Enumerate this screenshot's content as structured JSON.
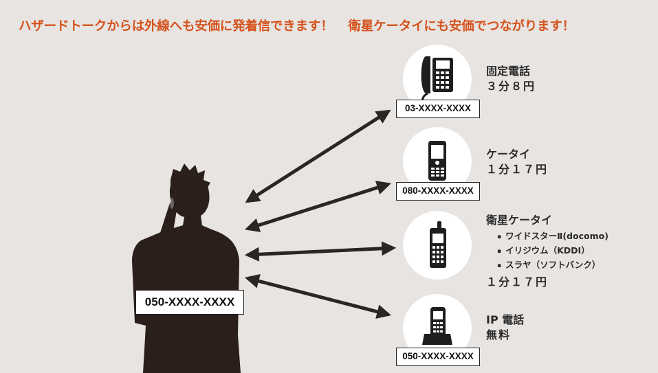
{
  "headline": {
    "part1": "ハザードトークからは外線へも安価に発着信できます！",
    "part2": "衛星ケータイにも安価でつながります！"
  },
  "caller": {
    "number": "050-XXXX-XXXX"
  },
  "destinations": [
    {
      "icon": "landline-phone-icon",
      "number": "03-XXXX-XXXX",
      "name": "固定電話",
      "price": "３分８円",
      "carriers": []
    },
    {
      "icon": "mobile-phone-icon",
      "number": "080-XXXX-XXXX",
      "name": "ケータイ",
      "price": "１分１７円",
      "carriers": []
    },
    {
      "icon": "satellite-phone-icon",
      "number": "",
      "name": "衛星ケータイ",
      "price": "１分１７円",
      "carriers": [
        "ワイドスターⅡ(docomo)",
        "イリジウム（KDDI）",
        "スラヤ（ソフトバンク）"
      ]
    },
    {
      "icon": "ip-phone-icon",
      "number": "050-XXXX-XXXX",
      "name": "IP 電話",
      "price": "無料",
      "carriers": []
    }
  ],
  "colors": {
    "background": "#e7e4e2",
    "headline": "#d5521c",
    "arrow": "#2b2523",
    "silhouette": "#2a1f1b"
  }
}
